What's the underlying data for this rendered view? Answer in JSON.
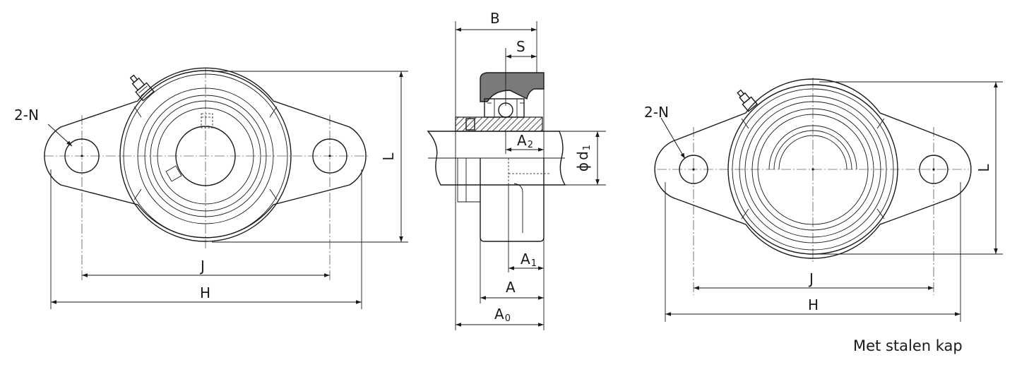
{
  "labels": {
    "left_view": {
      "bolt_holes": "2-N",
      "hole_spacing": "J",
      "overall_length": "H",
      "height": "L"
    },
    "side_view": {
      "width": "B",
      "setscrew_offset": "S",
      "a2": "A",
      "a2_sub": "2",
      "shaft_prefix": "ϕ",
      "shaft": "d",
      "shaft_sub": "1",
      "a1": "A",
      "a1_sub": "1",
      "a": "A",
      "a0": "A",
      "a0_sub": "0"
    },
    "right_view": {
      "bolt_holes": "2-N",
      "hole_spacing": "J",
      "overall_length": "H",
      "height": "L"
    }
  },
  "caption": "Met stalen kap",
  "colors": {
    "line": "#1a1a1a",
    "housing_fill": "#7a7a7a",
    "background": "#ffffff"
  }
}
